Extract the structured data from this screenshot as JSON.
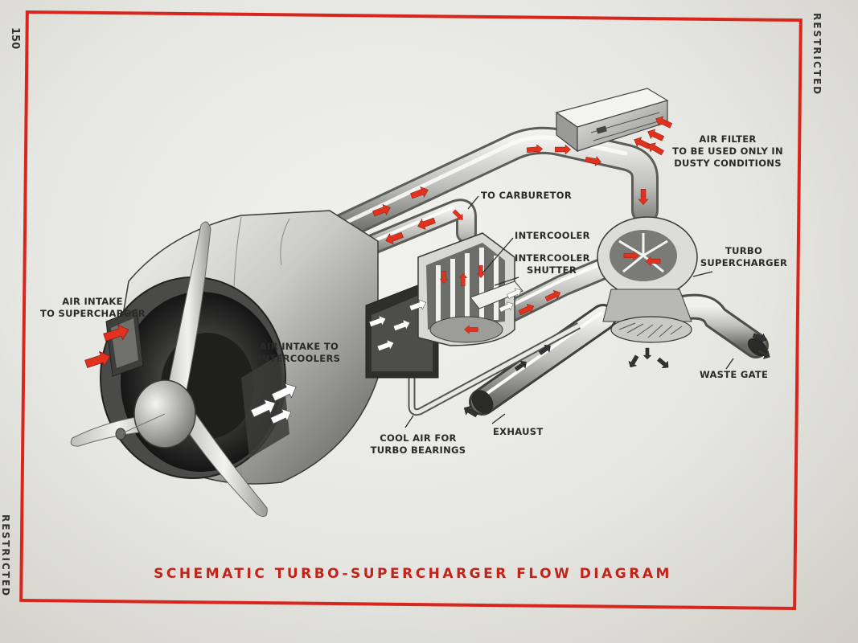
{
  "page": {
    "page_number": "150",
    "restricted_right": "RESTRICTED",
    "restricted_left": "RESTRICTED"
  },
  "title": "SCHEMATIC TURBO-SUPERCHARGER FLOW DIAGRAM",
  "labels": {
    "air_filter_line1": "AIR FILTER",
    "air_filter_line2": "TO BE USED ONLY IN",
    "air_filter_line3": "DUSTY CONDITIONS",
    "to_carburetor": "TO CARBURETOR",
    "intercooler": "INTERCOOLER",
    "intercooler_shutter_line1": "INTERCOOLER",
    "intercooler_shutter_line2": "SHUTTER",
    "turbo_line1": "TURBO",
    "turbo_line2": "SUPERCHARGER",
    "air_intake_super_line1": "AIR INTAKE",
    "air_intake_super_line2": "TO SUPERCHARGER",
    "air_intake_inter_line1": "AIR INTAKE TO",
    "air_intake_inter_line2": "INTERCOOLERS",
    "waste_gate": "WASTE GATE",
    "exhaust": "EXHAUST",
    "cool_air_line1": "COOL AIR FOR",
    "cool_air_line2": "TURBO BEARINGS"
  },
  "colors": {
    "border": "#d9261c",
    "title": "#c4231a",
    "flow_arrow": "#e0321f",
    "cool_arrow": "#ffffff"
  }
}
